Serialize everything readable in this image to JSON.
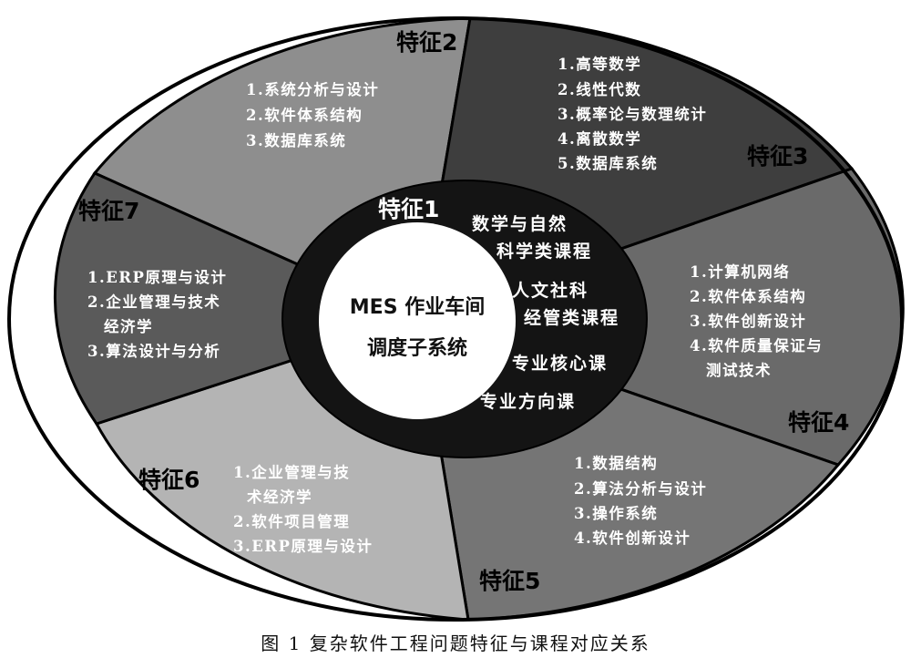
{
  "center": {
    "lines": [
      "MES 作业车间",
      "调度子系统"
    ]
  },
  "ring": {
    "title": "特征1",
    "items": [
      "数学与自然",
      "科学类课程",
      "人文社科",
      "经管类课程",
      "专业核心课",
      "专业方向课"
    ]
  },
  "segments": [
    {
      "title": "特征2",
      "color": "#8e8e8e",
      "items": [
        "1.系统分析与设计",
        "2.软件体系结构",
        "3.数据库系统"
      ]
    },
    {
      "title": "特征3",
      "color": "#3e3e3e",
      "items": [
        "1.高等数学",
        "2.线性代数",
        "3.概率论与数理统计",
        "4.离散数学",
        "5.数据库系统"
      ]
    },
    {
      "title": "特征4",
      "color": "#6a6a6a",
      "items": [
        "1.计算机网络",
        "2.软件体系结构",
        "3.软件创新设计",
        "4.软件质量保证与",
        "测试技术"
      ]
    },
    {
      "title": "特征5",
      "color": "#757575",
      "items": [
        "1.数据结构",
        "2.算法分析与设计",
        "3.操作系统",
        "4.软件创新设计"
      ]
    },
    {
      "title": "特征6",
      "color": "#b4b4b4",
      "items": [
        "1.企业管理与技",
        "术经济学",
        "2.软件项目管理",
        "3.ERP原理与设计"
      ]
    },
    {
      "title": "特征7",
      "color": "#5a5a5a",
      "items": [
        "1.ERP原理与设计",
        "2.企业管理与技术",
        "经济学",
        "3.算法设计与分析"
      ]
    }
  ],
  "caption": "图 1  复杂软件工程问题特征与课程对应关系"
}
